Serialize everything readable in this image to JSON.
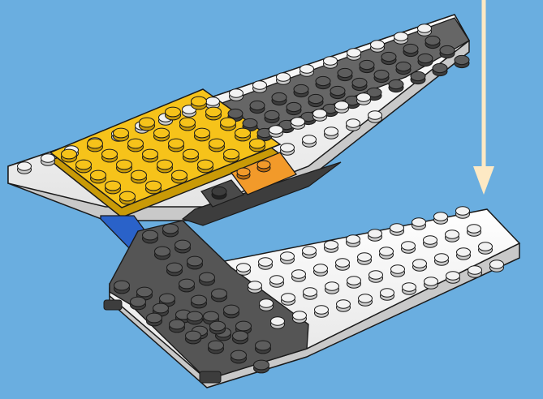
{
  "scene": {
    "background": "#6aaee0",
    "arrow_color": "#fde9c4",
    "colors": {
      "white": "#f2f2f2",
      "white_side": "#c9c9c9",
      "gray": "#5d5d5d",
      "gray_side": "#3d3d3d",
      "yellow": "#f6c31a",
      "yellow_side": "#c99a07",
      "orange": "#f29a2a",
      "blue": "#2a62c9",
      "outline": "#1a1a1a"
    },
    "parts": [
      "upper-wing-assembly",
      "lower-wing-plate",
      "yellow-plate",
      "orange-plate",
      "blue-connector",
      "gray-tile-strip"
    ]
  }
}
